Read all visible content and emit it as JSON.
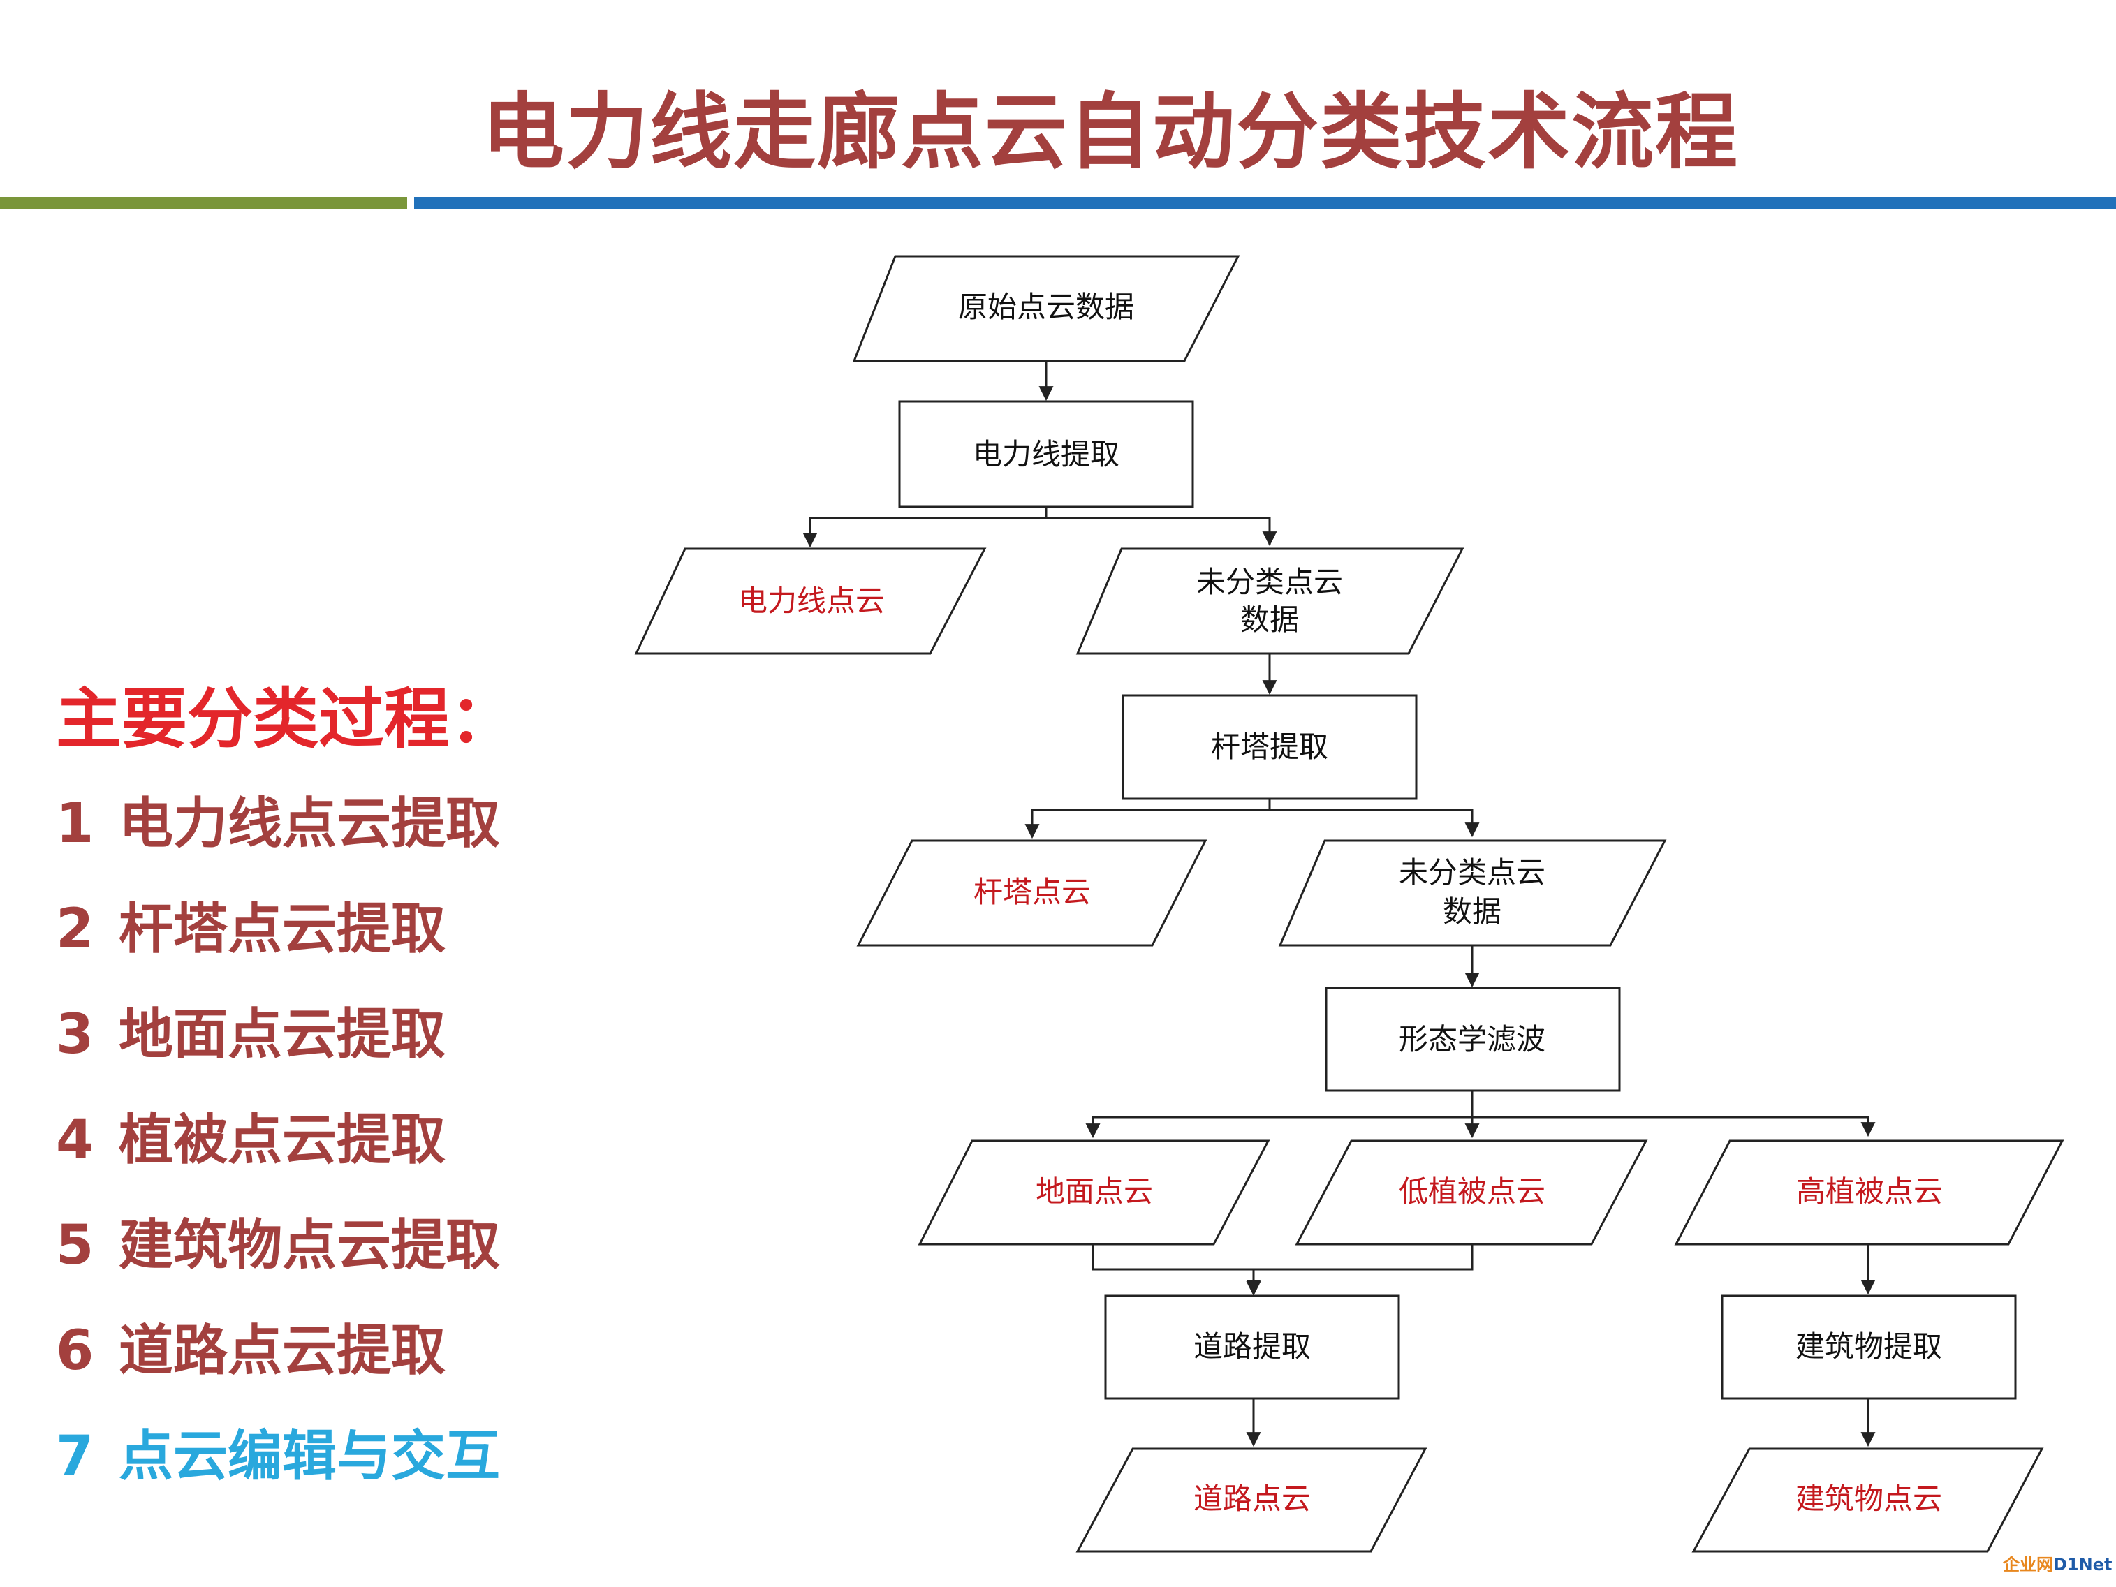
{
  "title": "电力线走廊点云自动分类技术流程",
  "colors": {
    "title": "#A3403E",
    "heading": "#E3262B",
    "step": "#A3403E",
    "step_highlight": "#29A8DD",
    "rule_green": "#7A963A",
    "rule_blue": "#2171BA",
    "output_text": "#C4191E"
  },
  "steps": {
    "heading": "主要分类过程：",
    "items": [
      {
        "num": "1",
        "label": "电力线点云提取"
      },
      {
        "num": "2",
        "label": "杆塔点云提取"
      },
      {
        "num": "3",
        "label": "地面点云提取"
      },
      {
        "num": "4",
        "label": "植被点云提取"
      },
      {
        "num": "5",
        "label": "建筑物点云提取"
      },
      {
        "num": "6",
        "label": "道路点云提取"
      },
      {
        "num": "7",
        "label": "点云编辑与交互"
      }
    ]
  },
  "flow": {
    "raw_data": "原始点云数据",
    "powerline_extract": "电力线提取",
    "powerline_cloud": "电力线点云",
    "unclassified_1": [
      "未分类点云",
      "数据"
    ],
    "tower_extract": "杆塔提取",
    "tower_cloud": "杆塔点云",
    "unclassified_2": [
      "未分类点云",
      "数据"
    ],
    "morph_filter": "形态学滤波",
    "ground_cloud": "地面点云",
    "low_veg_cloud": "低植被点云",
    "high_veg_cloud": "高植被点云",
    "road_extract": "道路提取",
    "building_extract": "建筑物提取",
    "road_cloud": "道路点云",
    "building_cloud": "建筑物点云"
  },
  "watermark": {
    "part_a": "企业网",
    "part_b": "D1Net"
  }
}
